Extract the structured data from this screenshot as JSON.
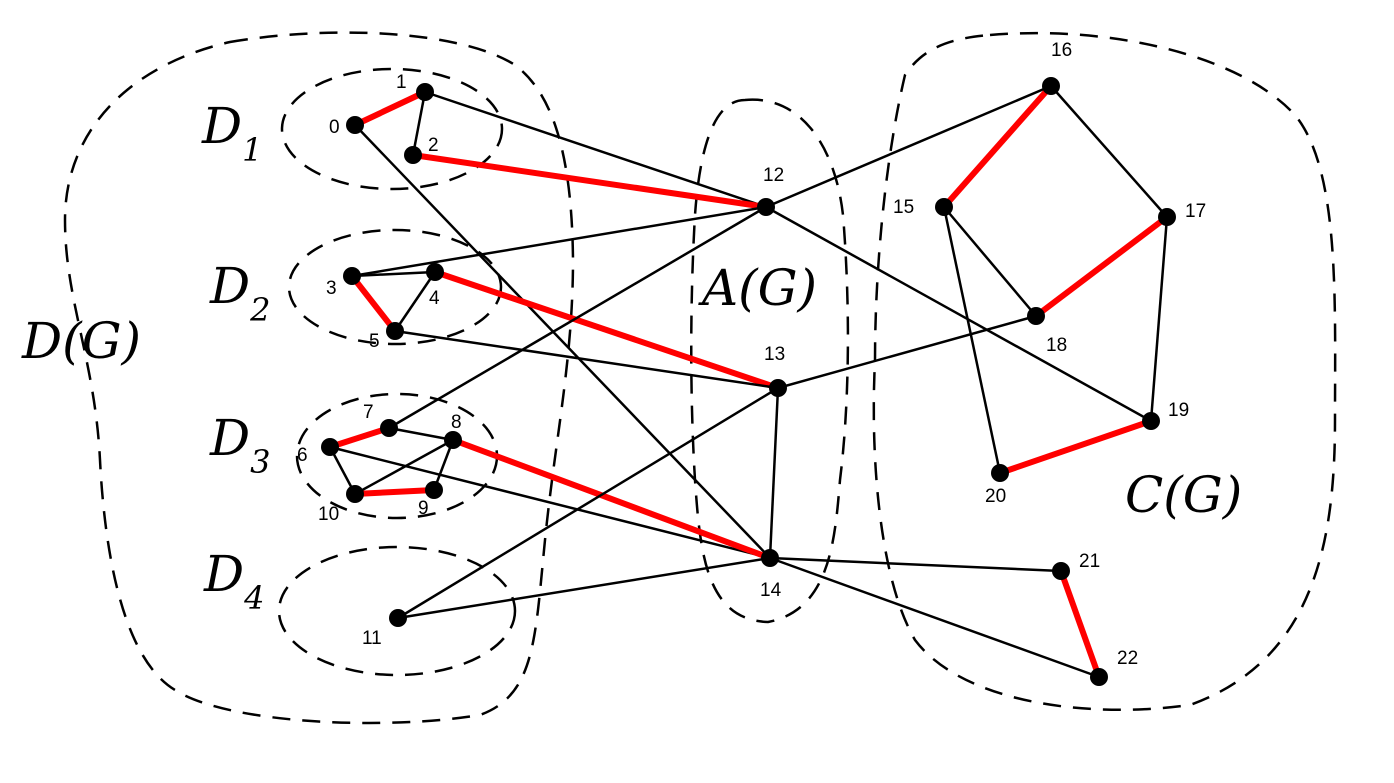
{
  "regions": [
    {
      "id": "DG",
      "label": "D(G)"
    },
    {
      "id": "AG",
      "label": "A(G)"
    },
    {
      "id": "CG",
      "label": "C(G)"
    },
    {
      "id": "D1",
      "label": "D",
      "sub": "1"
    },
    {
      "id": "D2",
      "label": "D",
      "sub": "2"
    },
    {
      "id": "D3",
      "label": "D",
      "sub": "3"
    },
    {
      "id": "D4",
      "label": "D",
      "sub": "4"
    }
  ],
  "nodes": [
    "0",
    "1",
    "2",
    "3",
    "4",
    "5",
    "6",
    "7",
    "8",
    "9",
    "10",
    "11",
    "12",
    "13",
    "14",
    "15",
    "16",
    "17",
    "18",
    "19",
    "20",
    "21",
    "22"
  ],
  "edges": [
    [
      "0",
      "1"
    ],
    [
      "1",
      "2"
    ],
    [
      "0",
      "14"
    ],
    [
      "1",
      "12"
    ],
    [
      "2",
      "12"
    ],
    [
      "3",
      "4"
    ],
    [
      "3",
      "5"
    ],
    [
      "4",
      "5"
    ],
    [
      "3",
      "12"
    ],
    [
      "4",
      "13"
    ],
    [
      "5",
      "13"
    ],
    [
      "6",
      "7"
    ],
    [
      "6",
      "10"
    ],
    [
      "6",
      "14"
    ],
    [
      "7",
      "8"
    ],
    [
      "7",
      "12"
    ],
    [
      "8",
      "10"
    ],
    [
      "8",
      "9"
    ],
    [
      "9",
      "10"
    ],
    [
      "8",
      "14"
    ],
    [
      "11",
      "13"
    ],
    [
      "11",
      "14"
    ],
    [
      "12",
      "16"
    ],
    [
      "12",
      "19"
    ],
    [
      "13",
      "14"
    ],
    [
      "13",
      "18"
    ],
    [
      "14",
      "21"
    ],
    [
      "14",
      "22"
    ],
    [
      "15",
      "16"
    ],
    [
      "15",
      "18"
    ],
    [
      "15",
      "20"
    ],
    [
      "16",
      "17"
    ],
    [
      "17",
      "18"
    ],
    [
      "17",
      "19"
    ],
    [
      "19",
      "20"
    ],
    [
      "21",
      "22"
    ]
  ],
  "matching": [
    [
      "0",
      "1"
    ],
    [
      "2",
      "12"
    ],
    [
      "3",
      "5"
    ],
    [
      "4",
      "13"
    ],
    [
      "6",
      "7"
    ],
    [
      "9",
      "10"
    ],
    [
      "8",
      "14"
    ],
    [
      "15",
      "16"
    ],
    [
      "17",
      "18"
    ],
    [
      "19",
      "20"
    ],
    [
      "21",
      "22"
    ]
  ],
  "colors": {
    "edge": "#000000",
    "matching_edge": "#ff0000",
    "node": "#000000"
  }
}
